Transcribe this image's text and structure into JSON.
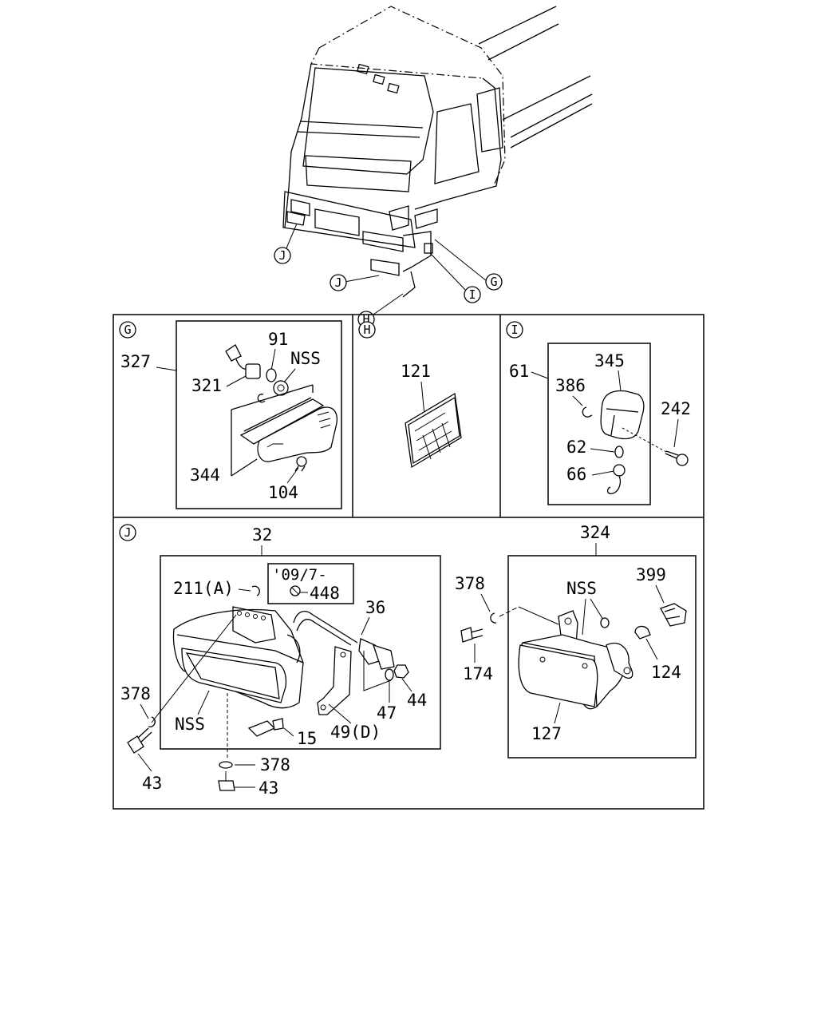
{
  "callouts": {
    "cab_g": "G",
    "cab_h": "H",
    "cab_i": "I",
    "cab_j_left": "J",
    "cab_j_bottom": "J"
  },
  "panels": {
    "g": {
      "id": "G",
      "labels": {
        "p327": "327",
        "p91": "91",
        "nss": "NSS",
        "p321": "321",
        "p344": "344",
        "p104": "104"
      }
    },
    "h": {
      "id": "H",
      "labels": {
        "p121": "121"
      }
    },
    "i": {
      "id": "I",
      "labels": {
        "p61": "61",
        "p345": "345",
        "p386": "386",
        "p242": "242",
        "p62": "62",
        "p66": "66"
      }
    },
    "j": {
      "id": "J",
      "labels": {
        "p32": "32",
        "p211": "211(A)",
        "note_date": "'09/7-",
        "p448": "448",
        "p36": "36",
        "p378_left": "378",
        "nss": "NSS",
        "p43_left": "43",
        "p15": "15",
        "p49": "49(D)",
        "p47": "47",
        "p44": "44",
        "p378_bottom": "378",
        "p43_bottom": "43",
        "p324": "324",
        "p378_right": "378",
        "nss_right": "NSS",
        "p399": "399",
        "p174": "174",
        "p124": "124",
        "p127": "127"
      }
    }
  }
}
